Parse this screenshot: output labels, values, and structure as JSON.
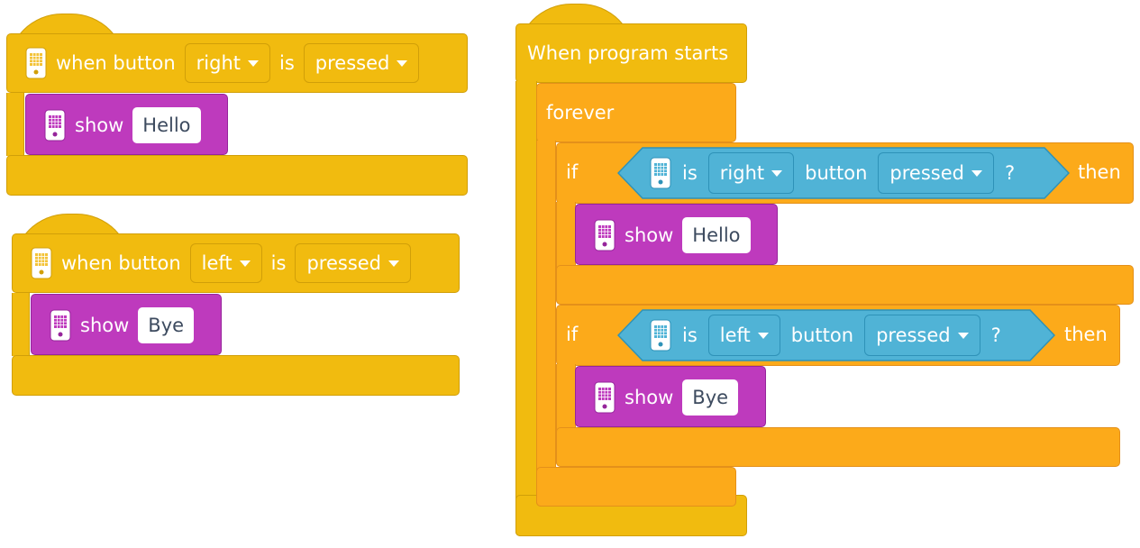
{
  "colors": {
    "event_block": "#F1BB0F",
    "control_block": "#FCAA1A",
    "display_block": "#BE3ABD",
    "sensor_block": "#50B3D6"
  },
  "icons": {
    "hub": "hub-device-icon",
    "display": "hub-display-icon",
    "dropdown": "caret-down-icon"
  },
  "stack1": {
    "when_label": "when button",
    "button_value": "right",
    "is_label": "is",
    "state_value": "pressed",
    "show_label": "show",
    "show_text": "Hello"
  },
  "stack2": {
    "when_label": "when button",
    "button_value": "left",
    "is_label": "is",
    "state_value": "pressed",
    "show_label": "show",
    "show_text": "Bye"
  },
  "program": {
    "start_label": "When program starts",
    "forever_label": "forever",
    "if1": {
      "if_label": "if",
      "is_label": "is",
      "button_value": "right",
      "button_label": "button",
      "state_value": "pressed",
      "question": "?",
      "then_label": "then",
      "show_label": "show",
      "show_text": "Hello"
    },
    "if2": {
      "if_label": "if",
      "is_label": "is",
      "button_value": "left",
      "button_label": "button",
      "state_value": "pressed",
      "question": "?",
      "then_label": "then",
      "show_label": "show",
      "show_text": "Bye"
    }
  }
}
